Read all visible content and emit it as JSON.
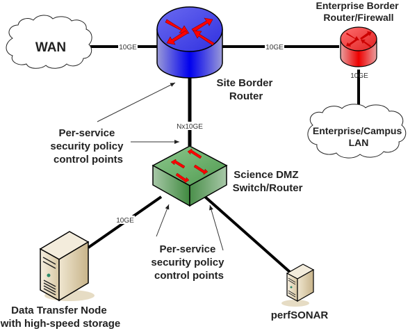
{
  "nodes": {
    "wan": {
      "label": "WAN"
    },
    "site_border_router": {
      "label_lines": [
        "Site Border",
        "Router"
      ],
      "color": "#1a1aff"
    },
    "enterprise_border": {
      "label_lines": [
        "Enterprise Border",
        "Router/Firewall"
      ],
      "color": "#ff1a1a"
    },
    "campus_lan": {
      "label_lines": [
        "Enterprise/Campus",
        "LAN"
      ]
    },
    "science_dmz": {
      "label_lines": [
        "Science DMZ",
        "Switch/Router"
      ],
      "color": "#4a9a4a"
    },
    "dtn": {
      "label_lines": [
        "Data Transfer Node",
        "with high-speed storage"
      ]
    },
    "perfsonar": {
      "label": "perfSONAR"
    }
  },
  "links": {
    "wan_to_router": "10GE",
    "router_to_enterprise": "10GE",
    "enterprise_to_lan": "10GE",
    "router_to_dmz": "Nx10GE",
    "dmz_to_dtn": "10GE"
  },
  "annotations": {
    "upper": [
      "Per-service",
      "security policy",
      "control points"
    ],
    "lower": [
      "Per-service",
      "security policy",
      "control points"
    ]
  }
}
